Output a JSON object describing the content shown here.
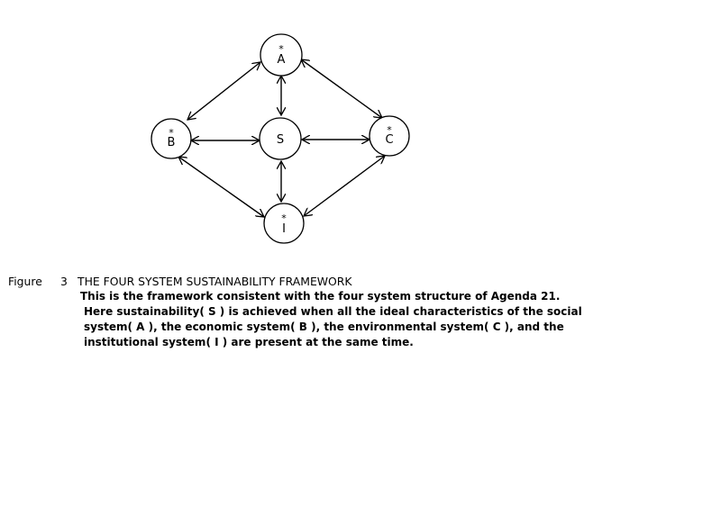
{
  "figure": {
    "label": "Figure",
    "number": "3",
    "title": "THE FOUR SYSTEM SUSTAINABILITY FRAMEWORK",
    "description_lines": [
      "This is the framework consistent with the four system structure of Agenda 21.",
      "Here sustainability( S ) is achieved when all the ideal characteristics of the social",
      "system( A ), the economic system( B ), the environmental system( C ), and the",
      "institutional system( I ) are present at the same time."
    ]
  },
  "diagram": {
    "nodes": {
      "A": {
        "label": "A",
        "mark": "*"
      },
      "B": {
        "label": "B",
        "mark": "*"
      },
      "C": {
        "label": "C",
        "mark": "*"
      },
      "I": {
        "label": "I",
        "mark": "*"
      },
      "S": {
        "label": "S",
        "mark": ""
      }
    }
  }
}
